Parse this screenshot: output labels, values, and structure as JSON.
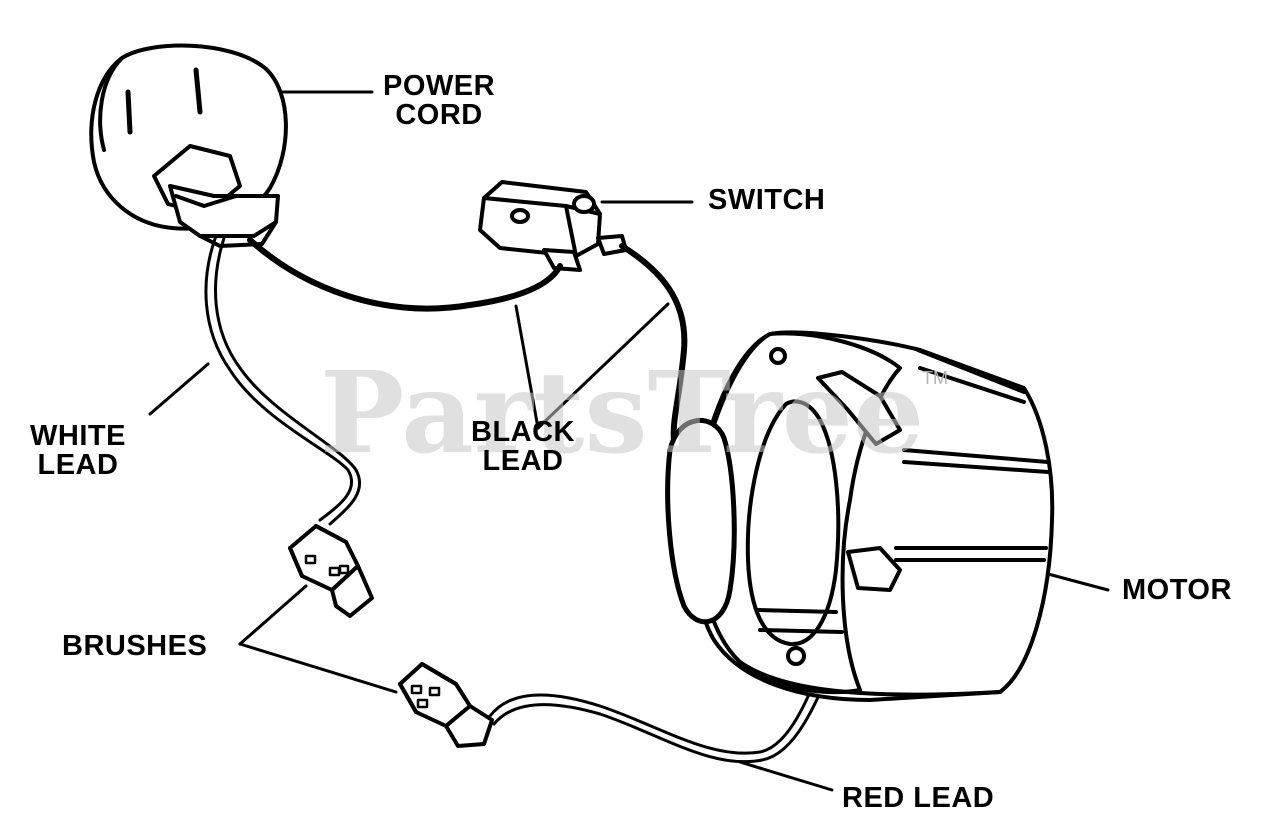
{
  "labels": {
    "power_cord_line1": "POWER",
    "power_cord_line2": "CORD",
    "switch": "SWITCH",
    "white_lead_line1": "WHITE",
    "white_lead_line2": "LEAD",
    "black_lead_line1": "BLACK",
    "black_lead_line2": "LEAD",
    "motor": "MOTOR",
    "brushes": "BRUSHES",
    "red_lead": "RED LEAD"
  },
  "watermark": {
    "text": "PartsTree",
    "trademark": "TM"
  }
}
